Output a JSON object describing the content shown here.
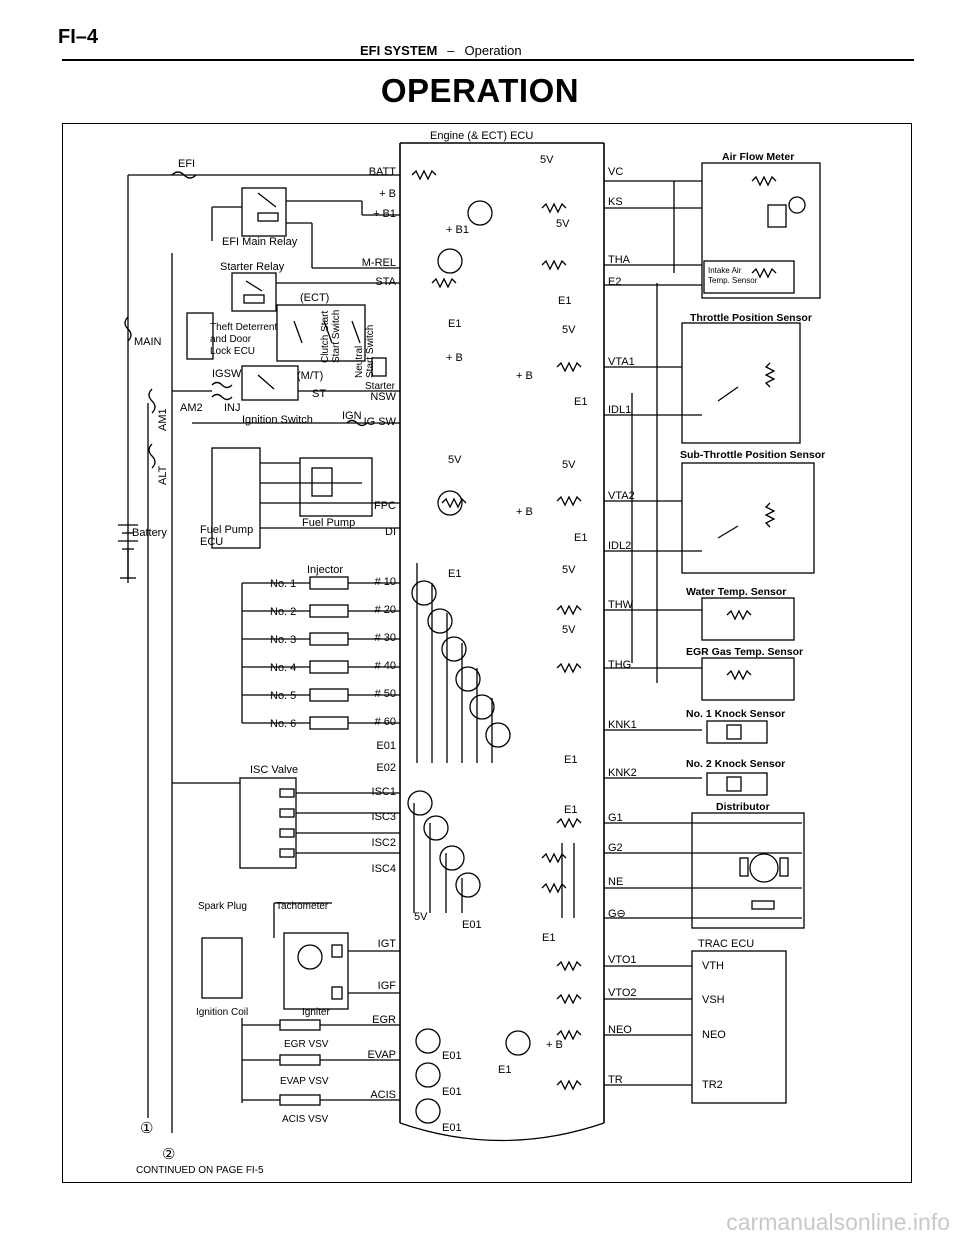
{
  "header": {
    "page_id": "FI–4",
    "section": "EFI SYSTEM",
    "separator": "–",
    "topic": "Operation"
  },
  "title": "OPERATION",
  "diagram": {
    "ecu_label": "Engine (& ECT) ECU",
    "left_labels": {
      "efi_fuse": "EFI",
      "efi_main_relay": "EFI Main Relay",
      "starter_relay": "Starter Relay",
      "theft": [
        "Theft Deterrent",
        "and Door",
        "Lock ECU"
      ],
      "ect": "(ECT)",
      "clutch": [
        "Clutch Start",
        "Start Switch"
      ],
      "neutral": [
        "Neutral",
        "Start Switch"
      ],
      "starter": "Starter",
      "mt": "(M/T)",
      "st": "ST",
      "igsw": "IGSW",
      "am2": "AM2",
      "inj": "INJ",
      "ignition_switch": "Ignition Switch",
      "ign": "IGN",
      "main": "MAIN",
      "am1": "AM1",
      "alt": "ALT",
      "battery": "Battery",
      "fuel_pump_ecu": [
        "Fuel Pump",
        "ECU"
      ],
      "fuel_pump": "Fuel Pump",
      "injector": "Injector",
      "injector_nums": [
        "No. 1",
        "No. 2",
        "No. 3",
        "No. 4",
        "No. 5",
        "No. 6"
      ],
      "isc_valve": "ISC Valve",
      "spark_plug": "Spark Plug",
      "tachometer": "Tachometer",
      "ignition_coil": "Ignition Coil",
      "igniter": "Igniter",
      "egr_vsv": "EGR VSV",
      "evap_vsv": "EVAP VSV",
      "acis_vsv": "ACIS VSV",
      "circle1": "①",
      "circle2": "②",
      "continued": "CONTINUED ON PAGE FI-5"
    },
    "ecu_left_terminals": [
      "BATT",
      "+ B",
      "+ B1",
      "M-REL",
      "STA",
      "NSW",
      "IG SW",
      "FPC",
      "DI",
      "# 10",
      "# 20",
      "# 30",
      "# 40",
      "# 50",
      "# 60",
      "E01",
      "E02",
      "ISC1",
      "ISC3",
      "ISC2",
      "ISC4",
      "IGT",
      "IGF",
      "EGR",
      "EVAP",
      "ACIS"
    ],
    "ecu_right_terminals": [
      "VC",
      "KS",
      "THA",
      "E2",
      "VTA1",
      "IDL1",
      "VTA2",
      "IDL2",
      "THW",
      "THG",
      "KNK1",
      "KNK2",
      "G1",
      "G2",
      "NE",
      "G⊖",
      "VTO1",
      "VTO2",
      "NEO",
      "TR"
    ],
    "internal_labels": {
      "five_v": "5V",
      "plus_b": "+ B",
      "plus_b1": "+ B1",
      "e1": "E1",
      "e01": "E01"
    },
    "sensors": {
      "air_flow_meter": "Air Flow Meter",
      "intake_air_temp": [
        "Intake Air",
        "Temp. Sensor"
      ],
      "throttle_position": "Throttle Position Sensor",
      "sub_throttle_position": "Sub-Throttle Position Sensor",
      "water_temp": "Water Temp. Sensor",
      "egr_gas_temp": "EGR Gas Temp. Sensor",
      "knock1": "No. 1 Knock Sensor",
      "knock2": "No. 2 Knock Sensor",
      "distributor": "Distributor",
      "trac_ecu": "TRAC ECU",
      "trac_terminals": [
        "VTH",
        "VSH",
        "NEO",
        "TR2"
      ]
    }
  },
  "watermark": "carmanualsonline.info"
}
